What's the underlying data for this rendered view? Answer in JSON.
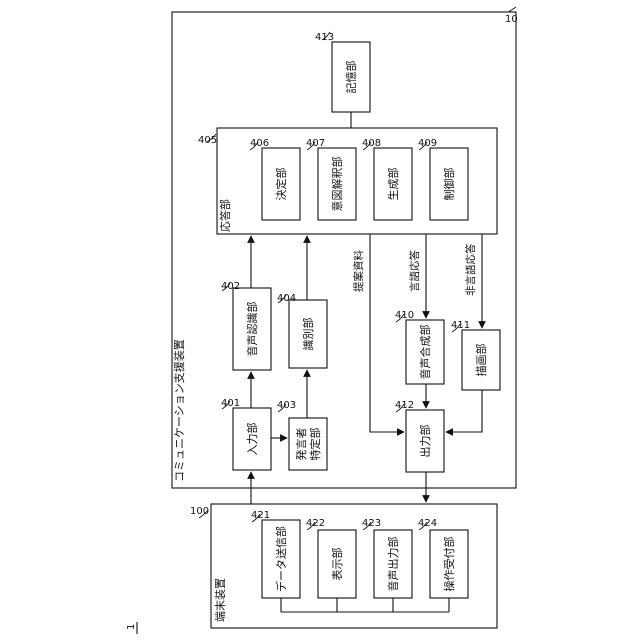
{
  "system_ref": "1",
  "device": {
    "ref": "10",
    "title": "コミュニケーション支援装置",
    "response_unit": {
      "ref": "405",
      "label": "応答部",
      "blocks": [
        {
          "ref": "406",
          "label": "決定部"
        },
        {
          "ref": "407",
          "label": "意図解釈部"
        },
        {
          "ref": "408",
          "label": "生成部"
        },
        {
          "ref": "409",
          "label": "制御部"
        }
      ]
    },
    "blocks": {
      "storage": {
        "ref": "413",
        "label": "記憶部"
      },
      "input": {
        "ref": "401",
        "label": "入力部"
      },
      "speech_recognition": {
        "ref": "402",
        "label": "音声認識部"
      },
      "speaker_identification": {
        "ref": "403",
        "label_line1": "発言者",
        "label_line2": "特定部"
      },
      "identification": {
        "ref": "404",
        "label": "識別部"
      },
      "speech_synthesis": {
        "ref": "410",
        "label": "音声合成部"
      },
      "drawing": {
        "ref": "411",
        "label": "描画部"
      },
      "output": {
        "ref": "412",
        "label": "出力部"
      }
    },
    "edges": {
      "proposal_material": "提案資料",
      "verbal_response": "言語応答",
      "nonverbal_response": "非言語応答"
    }
  },
  "terminal": {
    "ref": "100",
    "title": "端末装置",
    "blocks": [
      {
        "ref": "421",
        "label": "データ送信部"
      },
      {
        "ref": "422",
        "label": "表示部"
      },
      {
        "ref": "423",
        "label": "音声出力部"
      },
      {
        "ref": "424",
        "label": "操作受付部"
      }
    ]
  }
}
